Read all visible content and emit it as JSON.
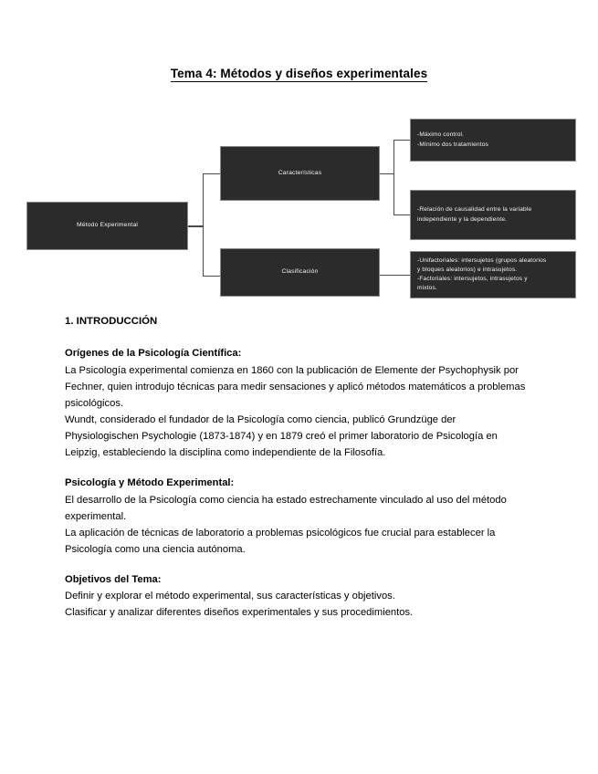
{
  "document": {
    "title": "Tema 4: Métodos y diseños experimentales"
  },
  "diagram": {
    "root": "Método Experimental",
    "branches": {
      "caracteristicas": "Características",
      "clasificacion": "Clasificación"
    },
    "details": {
      "caracteristicas_1_line1": "-Máximo control.",
      "caracteristicas_1_line2": "-Mínimo dos tratamientos",
      "caracteristicas_2_line1": "-Relación de causalidad entre la variable",
      "caracteristicas_2_line2": "independiente y la dependiente.",
      "clasificacion_1_line1": "-Unifactoriales: intersujetos (grupos aleatorios",
      "clasificacion_1_line2": "y bloques aleatorios) e intrasujetos.",
      "clasificacion_1_line3": "-Factoriales: intersujetos, intrasujetos y",
      "clasificacion_1_line4": "mixtos."
    },
    "colors": {
      "node_fill": "#2b2b2b",
      "node_border": "#8a8a8a",
      "node_text": "#f2f2f2",
      "connector": "#4a4a4a"
    }
  },
  "content": {
    "section_heading": "1. INTRODUCCIÓN",
    "blocks": [
      {
        "heading": "Orígenes de la Psicología Científica:",
        "paragraphs": [
          "La Psicología experimental comienza en 1860 con la publicación de Elemente der Psychophysik por Fechner, quien introdujo técnicas para medir sensaciones y aplicó métodos matemáticos a problemas psicológicos.",
          "Wundt, considerado el fundador de la Psicología como ciencia, publicó Grundzüge der Physiologischen Psychologie (1873-1874) y en 1879 creó el primer laboratorio de Psicología en Leipzig, estableciendo la disciplina como independiente de la Filosofía."
        ]
      },
      {
        "heading": "Psicología y Método Experimental:",
        "paragraphs": [
          "El desarrollo de la Psicología como ciencia ha estado estrechamente vinculado al uso del método experimental.",
          "La aplicación de técnicas de laboratorio a problemas psicológicos fue crucial para establecer la Psicología como una ciencia autónoma."
        ]
      },
      {
        "heading": "Objetivos del Tema:",
        "paragraphs": [
          "Definir y explorar el método experimental, sus características y objetivos.",
          "Clasificar y analizar diferentes diseños experimentales y sus procedimientos."
        ]
      }
    ]
  }
}
